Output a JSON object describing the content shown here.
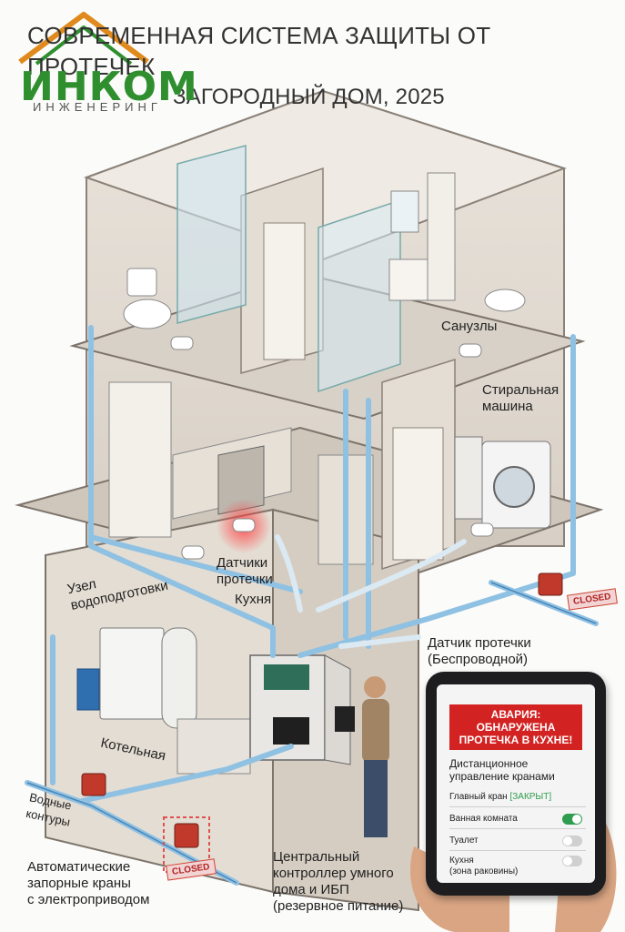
{
  "header": {
    "title_line1": "СОВРЕМЕННАЯ СИСТЕМА ЗАЩИТЫ ОТ ПРОТЕЧЕК",
    "title_line2": "ЗАГОРОДНЫЙ ДОМ, 2025"
  },
  "logo": {
    "name": "ИНКОМ",
    "subtitle": "ИНЖЕНЕРИНГ",
    "icon": "house-roof-icon"
  },
  "labels": {
    "bathrooms": "Санузлы",
    "washing_machine_1": "Стиральная",
    "washing_machine_2": "машина",
    "water_treatment_1": "Узел",
    "water_treatment_2": "водоподготовки",
    "leak_sensors_1": "Датчики",
    "leak_sensors_2": "протечки",
    "kitchen": "Кухня",
    "wireless_sensor_1": "Датчик протечки",
    "wireless_sensor_2": "(Беспроводной)",
    "boiler_room": "Котельная",
    "water_circuits_1": "Водные",
    "water_circuits_2": "контуры",
    "valves_1": "Автоматические",
    "valves_2": "запорные краны",
    "valves_3": "с электроприводом",
    "controller_1": "Центральный",
    "controller_2": "контроллер умного",
    "controller_3": "дома и ИБП",
    "controller_4": "(резервное питание)",
    "closed_tag": "CLOSED"
  },
  "phone_app": {
    "alert_line1": "АВАРИЯ:",
    "alert_line2": "ОБНАРУЖЕНА",
    "alert_line3": "ПРОТЕЧКА В КУХНЕ!",
    "panel_title_1": "Дистанционное",
    "panel_title_2": "управление кранами",
    "main_valve_label": "Главный кран",
    "main_valve_status": "[ЗАКРЫТ]",
    "bathroom": "Ванная комната",
    "bathroom_on": true,
    "toilet": "Туалет",
    "toilet_on": false,
    "kitchen_1": "Кухня",
    "kitchen_2": "(зона раковины)",
    "kitchen_on": false
  },
  "colors": {
    "pipe": "#8fc1e3",
    "alert": "#d32222",
    "logo_green": "#2f8f2f",
    "logo_orange": "#e08a1e",
    "toggle_on": "#2e9d4f"
  }
}
